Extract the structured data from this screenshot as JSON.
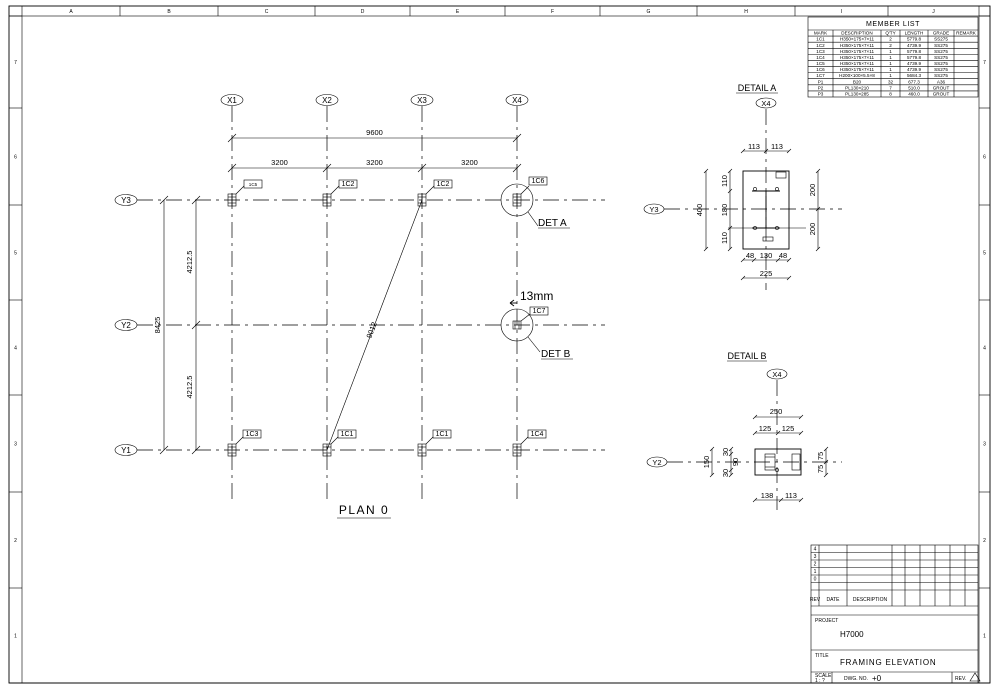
{
  "frame": {
    "col_labels": [
      "A",
      "B",
      "C",
      "D",
      "E",
      "F",
      "G",
      "H",
      "I",
      "J"
    ],
    "row_labels": [
      "7",
      "6",
      "5",
      "4",
      "3",
      "2",
      "1"
    ]
  },
  "plan": {
    "title": "PLAN 0",
    "grid_x": [
      "X1",
      "X2",
      "X3",
      "X4"
    ],
    "grid_y": [
      "Y3",
      "Y2",
      "Y1"
    ],
    "dim_total_x": "9600",
    "dim_bays_x": [
      "3200",
      "3200",
      "3200"
    ],
    "dim_total_y": "8425",
    "dim_bays_y": [
      "4212.5",
      "4212.5"
    ],
    "diagonal_label": "9012",
    "columns": [
      "1C5",
      "1C2",
      "1C2",
      "1C6",
      "1C7",
      "1C3",
      "1C1",
      "1C1",
      "1C4"
    ],
    "callout_a": "DET A",
    "callout_b": "DET B",
    "annotation": "13mm"
  },
  "detail_a": {
    "title": "DETAIL A",
    "grid_x": "X4",
    "grid_y": "Y3",
    "dim_top": [
      "113",
      "113"
    ],
    "dim_left_total": "400",
    "dim_left": [
      "110",
      "180",
      "110"
    ],
    "dim_right": [
      "200",
      "200"
    ],
    "dim_bottom": [
      "48",
      "130",
      "48"
    ],
    "dim_bottom_total": "225"
  },
  "detail_b": {
    "title": "DETAIL B",
    "grid_x": "X4",
    "grid_y": "Y2",
    "dim_top_total": "250",
    "dim_top": [
      "125",
      "125"
    ],
    "dim_left_total": "150",
    "dim_left": [
      "30",
      "90",
      "30"
    ],
    "dim_right": [
      "75",
      "75"
    ],
    "dim_bottom": [
      "138",
      "113"
    ]
  },
  "member_list": {
    "title": "MEMBER LIST",
    "headers": [
      "MARK",
      "DESCRIPTION",
      "Q'TY",
      "LENGTH",
      "GRADE",
      "REMARK"
    ],
    "rows": [
      [
        "1C1",
        "H350×175×7×11",
        "2",
        "5779.8",
        "SS275",
        ""
      ],
      [
        "1C2",
        "H350×175×7×11",
        "2",
        "4739.9",
        "SS275",
        ""
      ],
      [
        "1C3",
        "H350×175×7×11",
        "1",
        "5779.8",
        "SS275",
        ""
      ],
      [
        "1C4",
        "H350×175×7×11",
        "1",
        "5779.8",
        "SS275",
        ""
      ],
      [
        "1C5",
        "H350×175×7×11",
        "1",
        "4739.9",
        "SS275",
        ""
      ],
      [
        "1C6",
        "H350×175×7×11",
        "1",
        "4739.9",
        "SS275",
        ""
      ],
      [
        "1C7",
        "H200×100×5.5×8",
        "1",
        "5684.3",
        "SS275",
        ""
      ],
      [
        "P1",
        "B20",
        "32",
        "677.3",
        "A36",
        ""
      ],
      [
        "P2",
        "PL130×210",
        "7",
        "510.0",
        "GROUT",
        ""
      ],
      [
        "P3",
        "PL130×285",
        "8",
        "460.0",
        "GROUT",
        ""
      ]
    ]
  },
  "title_block": {
    "rev_rows": [
      "4",
      "3",
      "2",
      "1",
      "0"
    ],
    "rev_headers": [
      "REV",
      "DATE",
      "DESCRIPTION"
    ],
    "project_label": "PROJECT",
    "project_value": "H7000",
    "title_label": "TITLE",
    "title_value": "FRAMING ELEVATION",
    "scale_label": "SCALE",
    "scale_value": "1 : ?",
    "dwg_label": "DWG. NO.",
    "dwg_value": "+0",
    "rev_label": "REV."
  }
}
